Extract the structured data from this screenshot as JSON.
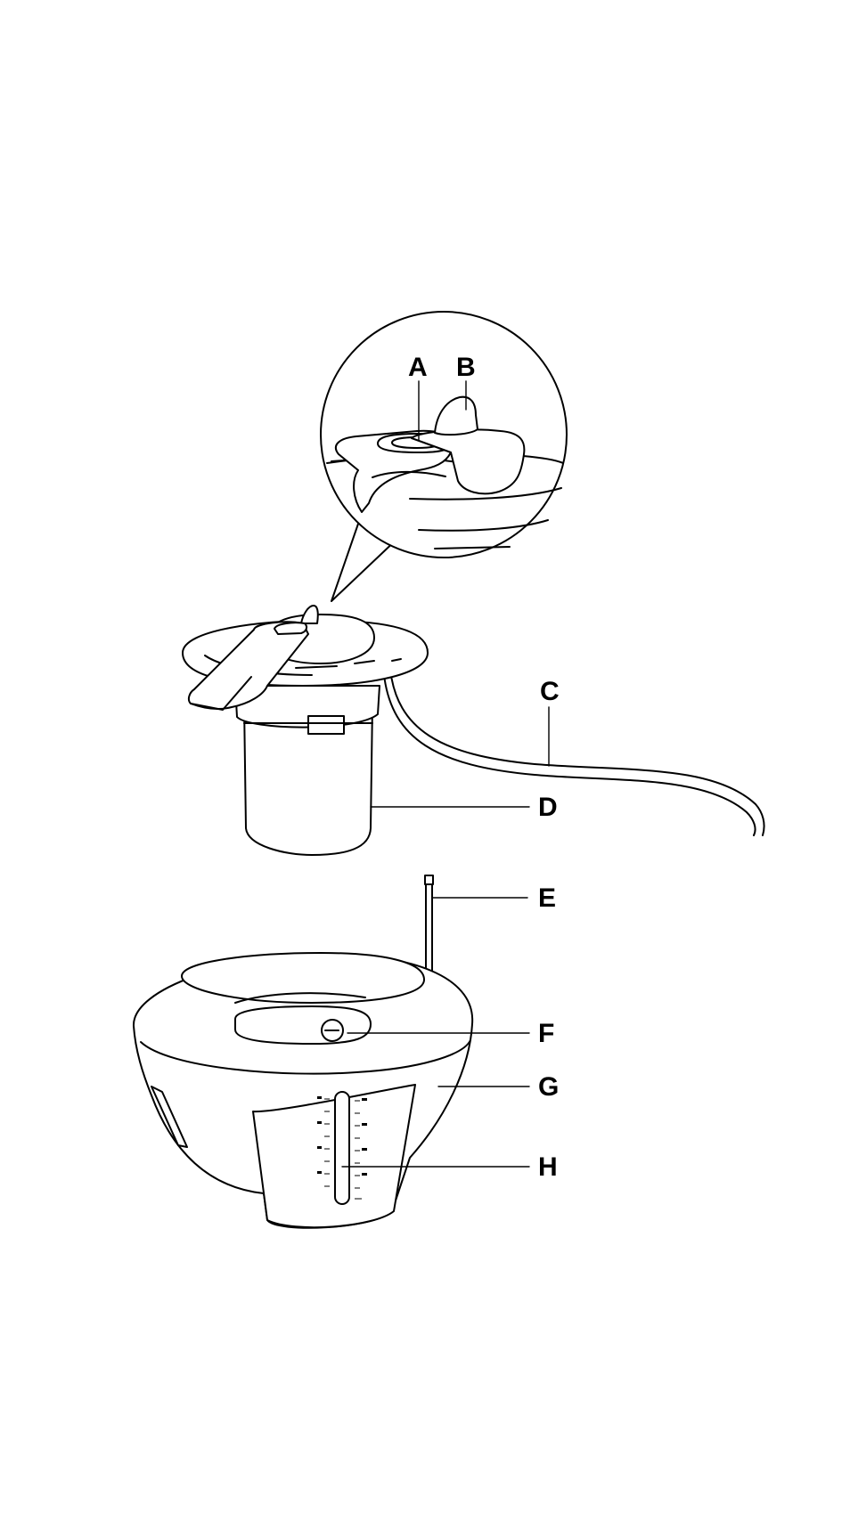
{
  "labels": {
    "a": "A",
    "b": "B",
    "c": "C",
    "d": "D",
    "e": "E",
    "f": "F",
    "g": "G",
    "h": "H"
  },
  "colors": {
    "ink": "#000000",
    "paper": "#ffffff"
  }
}
